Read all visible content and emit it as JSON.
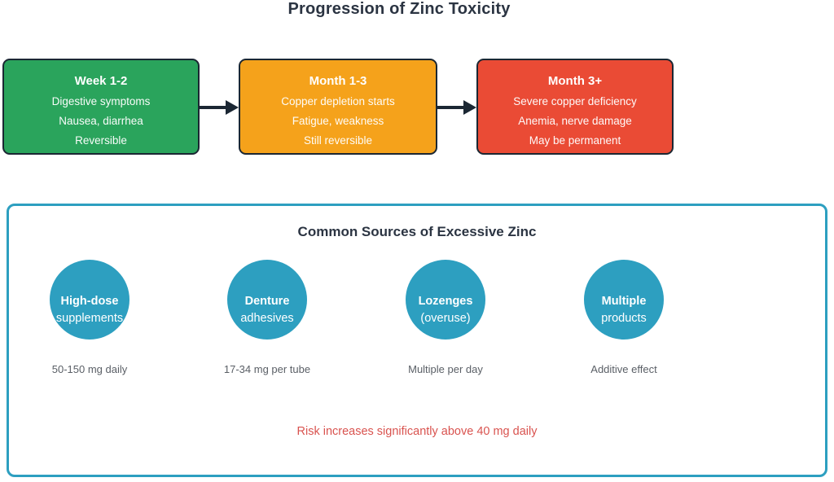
{
  "page": {
    "title": "Progression of Zinc Toxicity"
  },
  "flow": {
    "stages": [
      {
        "title": "Week 1-2",
        "lines": [
          "Digestive symptoms",
          "Nausea, diarrhea",
          "Reversible"
        ],
        "color": "#2aa45c"
      },
      {
        "title": "Month 1-3",
        "lines": [
          "Copper depletion starts",
          "Fatigue, weakness",
          "Still reversible"
        ],
        "color": "#f5a21b"
      },
      {
        "title": "Month 3+",
        "lines": [
          "Severe copper deficiency",
          "Anemia, nerve damage",
          "May be permanent"
        ],
        "color": "#ea4b35"
      }
    ],
    "arrow_color": "#1b2733"
  },
  "sources": {
    "heading": "Common Sources of Excessive Zinc",
    "items": [
      {
        "line1": "High-dose",
        "line2": "supplements",
        "caption": "50-150 mg daily"
      },
      {
        "line1": "Denture",
        "line2": "adhesives",
        "caption": "17-34 mg per tube"
      },
      {
        "line1": "Lozenges",
        "line2": "(overuse)",
        "caption": "Multiple per day"
      },
      {
        "line1": "Multiple",
        "line2": "products",
        "caption": "Additive effect"
      }
    ],
    "note": "Risk increases significantly above 40 mg daily",
    "circle_color": "#2d9fc0",
    "border_color": "#2d9fc0",
    "note_color": "#d9534f"
  }
}
